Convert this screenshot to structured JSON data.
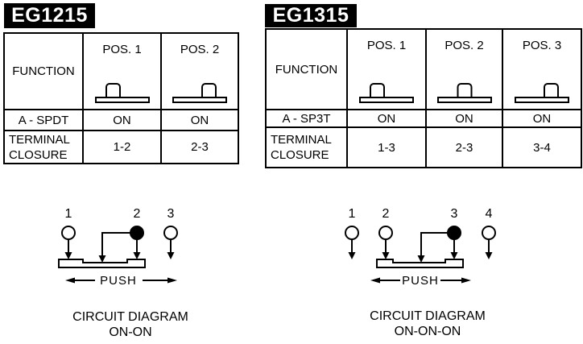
{
  "colors": {
    "ink": "#000000",
    "paper": "#ffffff"
  },
  "panels": {
    "eg1215": {
      "title": "EG1215",
      "table": {
        "function_label": "FUNCTION",
        "columns": [
          {
            "label": "POS. 1",
            "knob": "left"
          },
          {
            "label": "POS. 2",
            "knob": "right"
          }
        ],
        "type_row": {
          "label": "A - SPDT",
          "values": [
            "ON",
            "ON"
          ]
        },
        "closure_row": {
          "label_line1": "TERMINAL",
          "label_line2": "CLOSURE",
          "values": [
            "1-2",
            "2-3"
          ]
        }
      },
      "diagram": {
        "terminals": [
          "1",
          "2",
          "3"
        ],
        "common_terminal": "2",
        "push_label": "PUSH",
        "caption_line1": "CIRCUIT DIAGRAM",
        "caption_line2": "ON-ON"
      }
    },
    "eg1315": {
      "title": "EG1315",
      "table": {
        "function_label": "FUNCTION",
        "columns": [
          {
            "label": "POS. 1",
            "knob": "left"
          },
          {
            "label": "POS. 2",
            "knob": "center"
          },
          {
            "label": "POS. 3",
            "knob": "right"
          }
        ],
        "type_row": {
          "label": "A - SP3T",
          "values": [
            "ON",
            "ON",
            "ON"
          ]
        },
        "closure_row": {
          "label_line1": "TERMINAL",
          "label_line2": "CLOSURE",
          "values": [
            "1-3",
            "2-3",
            "3-4"
          ]
        }
      },
      "diagram": {
        "terminals": [
          "1",
          "2",
          "3",
          "4"
        ],
        "common_terminal": "3",
        "push_label": "PUSH",
        "caption_line1": "CIRCUIT DIAGRAM",
        "caption_line2": "ON-ON-ON"
      }
    }
  }
}
